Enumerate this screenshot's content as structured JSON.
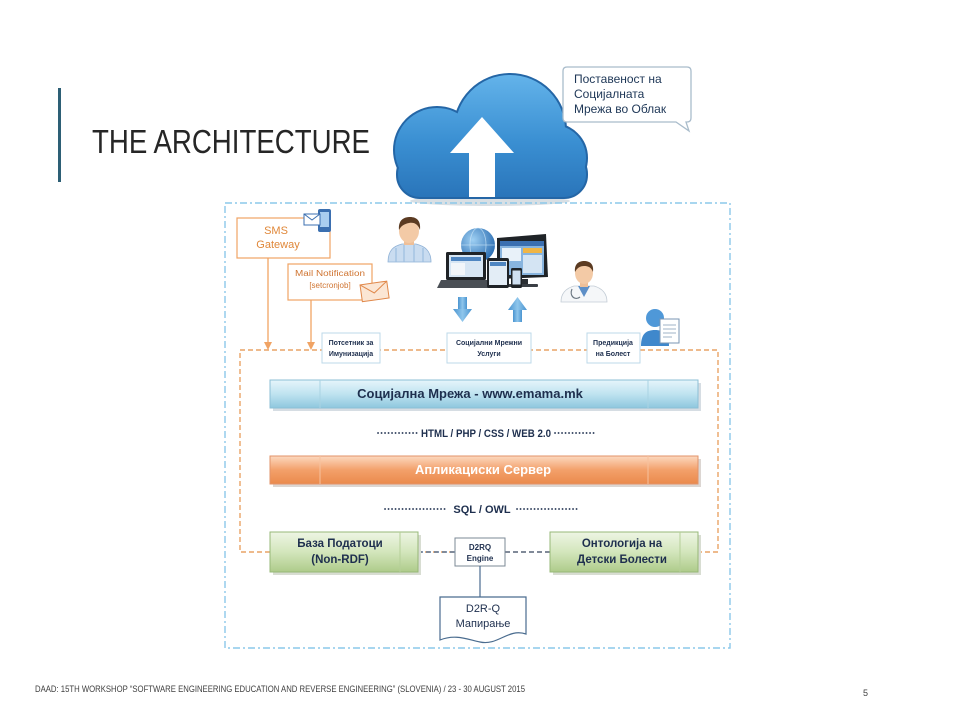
{
  "slide": {
    "title": "THE ARCHITECTURE",
    "footer": "DAAD: 15TH WORKSHOP “SOFTWARE ENGINEERING EDUCATION AND REVERSE ENGINEERING” (SLOVENIA) / 23 - 30 AUGUST 2015",
    "page_number": "5"
  },
  "diagram": {
    "cloud_callout": [
      "Поставеност на",
      "Социјалната",
      "Мрежа во Облак"
    ],
    "sms_gateway": [
      "SMS",
      "Gateway"
    ],
    "mail_notification": [
      "Mail Notification",
      "[setcronjob]"
    ],
    "service_labels": [
      [
        "Потсетник за",
        "Имунизација"
      ],
      [
        "Социјални Мрежни",
        "Услуги"
      ],
      [
        "Предикција",
        "на Болест"
      ]
    ],
    "social_network_layer": "Социјална Мрежа - www.emama.mk",
    "web_protocols": "HTML / PHP / CSS / WEB 2.0",
    "application_server_layer": "Апликациски Сервер",
    "query_languages": "SQL / OWL",
    "database": [
      "База Податоци",
      "(Non-RDF)"
    ],
    "ontology": [
      "Онтологија на",
      "Детски Болести"
    ],
    "d2rq_engine": [
      "D2RQ",
      "Engine"
    ],
    "d2rq_mapping": [
      "D2R-Q",
      "Мапирање"
    ]
  },
  "icons": {
    "cloud": "cloud-upload-icon",
    "sms": "sms-phone-icon",
    "email": "email-envelope-icon",
    "patient": "user-icon",
    "devices": "devices-icon",
    "doctor": "doctor-icon",
    "user_document": "user-document-icon",
    "download": "arrow-down-icon",
    "upload": "arrow-up-icon"
  },
  "colors": {
    "accent_line": "#2d5f75",
    "title_text": "#262626",
    "cloud": "#3a8fd2",
    "outer_border": "#8cc8ea",
    "inner_border": "#e9a467",
    "sms_text": "#e0883a",
    "social_network_bar": "#bfe3f0",
    "app_server_bar": "#f3a06a",
    "data_boxes": "#d3e6bc",
    "label_text": "#1e2f4e"
  }
}
